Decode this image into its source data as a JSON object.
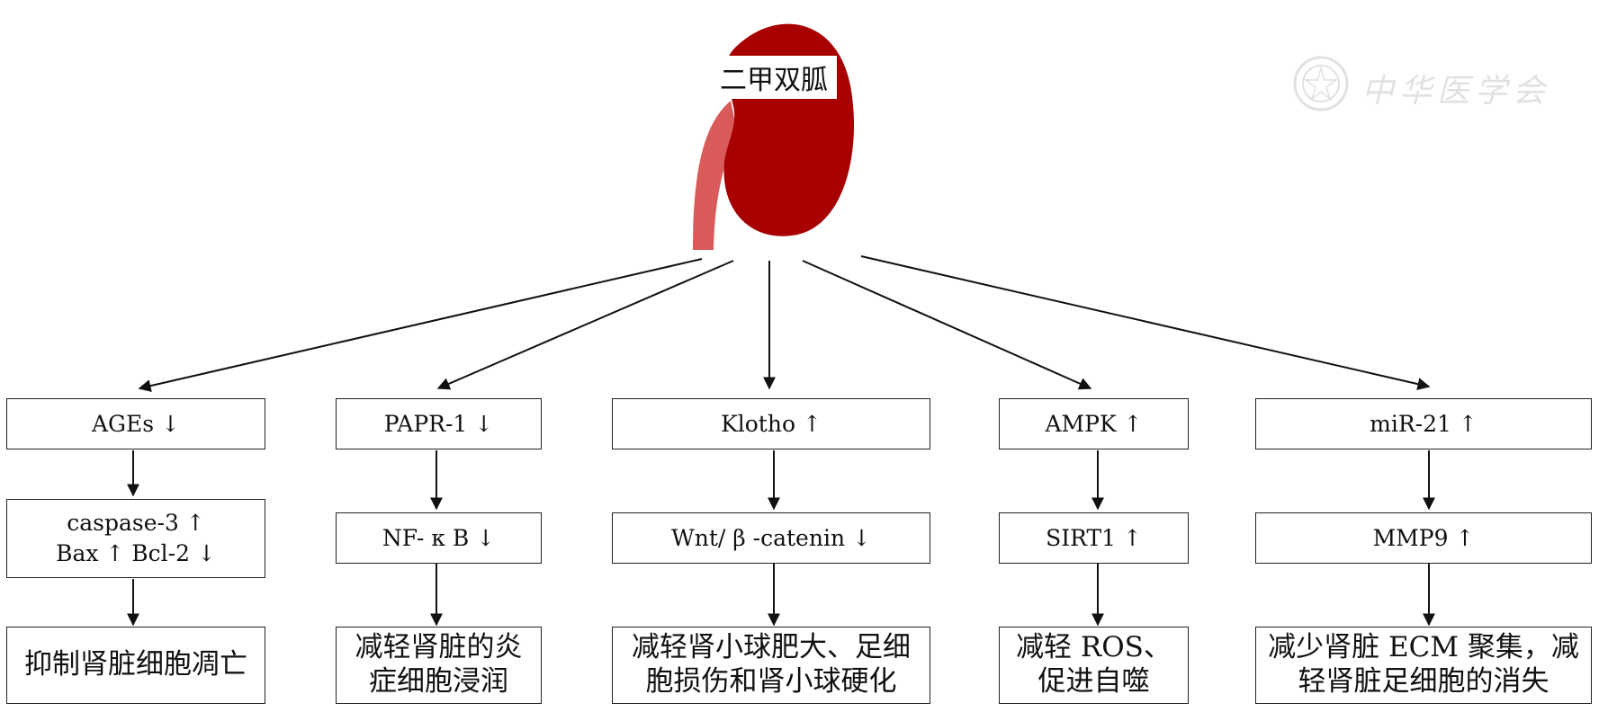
{
  "drug": {
    "name": "二甲双胍"
  },
  "watermark": {
    "text": "中华医学会"
  },
  "pathways": [
    {
      "target": "AGEs ↓",
      "mediator_lines": [
        "caspase-3 ↑",
        "Bax ↑ Bcl-2 ↓"
      ],
      "effect_lines": [
        "抑制肾脏细胞凋亡"
      ]
    },
    {
      "target": "PAPR-1 ↓",
      "mediator_lines": [
        "NF- κ B ↓"
      ],
      "effect_lines": [
        "减轻肾脏的炎",
        "症细胞浸润"
      ]
    },
    {
      "target": "Klotho ↑",
      "mediator_lines": [
        "Wnt/ β -catenin ↓"
      ],
      "effect_lines": [
        "减轻肾小球肥大、足细",
        "胞损伤和肾小球硬化"
      ]
    },
    {
      "target": "AMPK ↑",
      "mediator_lines": [
        "SIRT1 ↑"
      ],
      "effect_lines": [
        "减轻 ROS、",
        "促进自噬"
      ]
    },
    {
      "target": "miR-21 ↑",
      "mediator_lines": [
        "MMP9 ↑"
      ],
      "effect_lines": [
        "减少肾脏 ECM 聚集，减",
        "轻肾脏足细胞的消失"
      ]
    }
  ],
  "colors": {
    "kidney": "#a80000",
    "ureter": "#d95a5a",
    "line": "#111111"
  }
}
